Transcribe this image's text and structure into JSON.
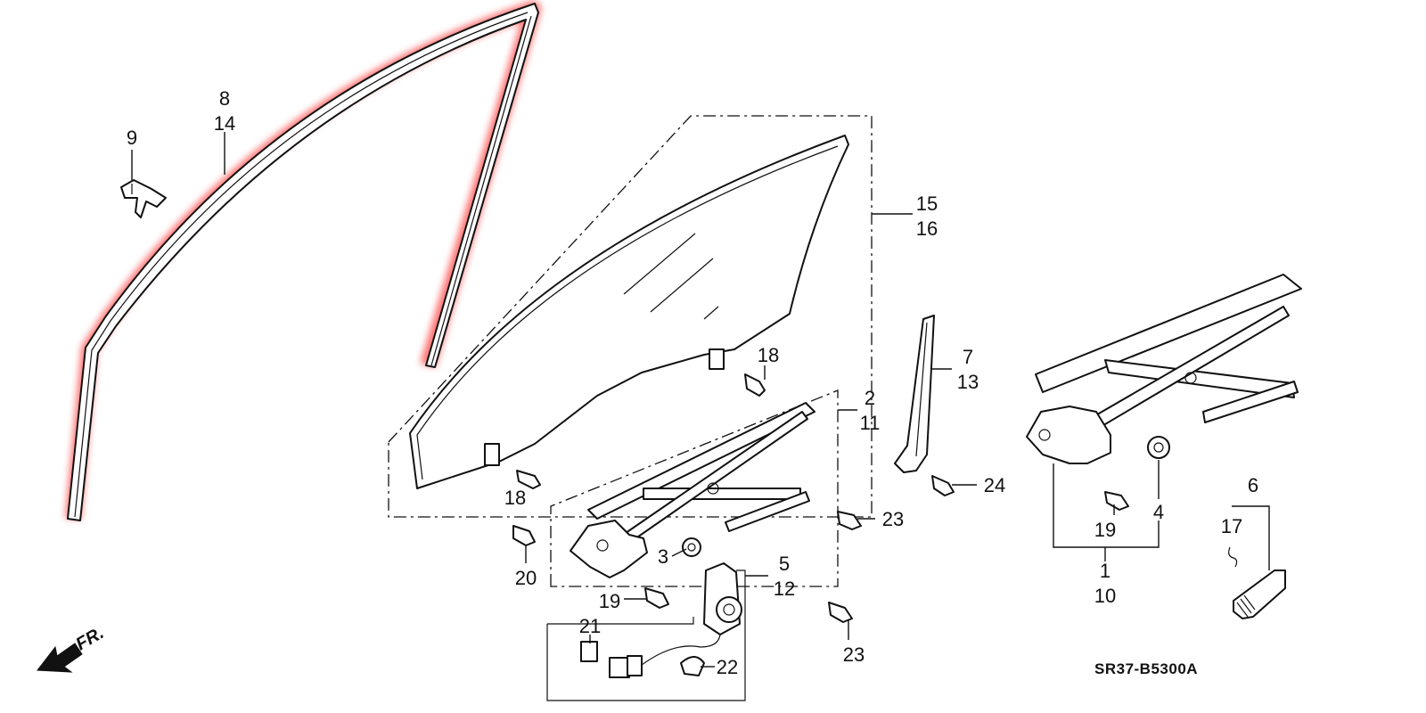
{
  "diagram": {
    "callouts": {
      "c8": "8",
      "c14": "14",
      "c9": "9",
      "c15": "15",
      "c16": "16",
      "c18a": "18",
      "c18b": "18",
      "c2": "2",
      "c11": "11",
      "c7": "7",
      "c13": "13",
      "c24": "24",
      "c23a": "23",
      "c23b": "23",
      "c20": "20",
      "c3": "3",
      "c5": "5",
      "c12": "12",
      "c19a": "19",
      "c19b": "19",
      "c21": "21",
      "c22": "22",
      "c4": "4",
      "c1": "1",
      "c10": "10",
      "c6": "6",
      "c17": "17"
    },
    "diagram_code": "SR37-B5300A",
    "front_indicator": "FR.",
    "highlight_color": "#ff0000"
  }
}
